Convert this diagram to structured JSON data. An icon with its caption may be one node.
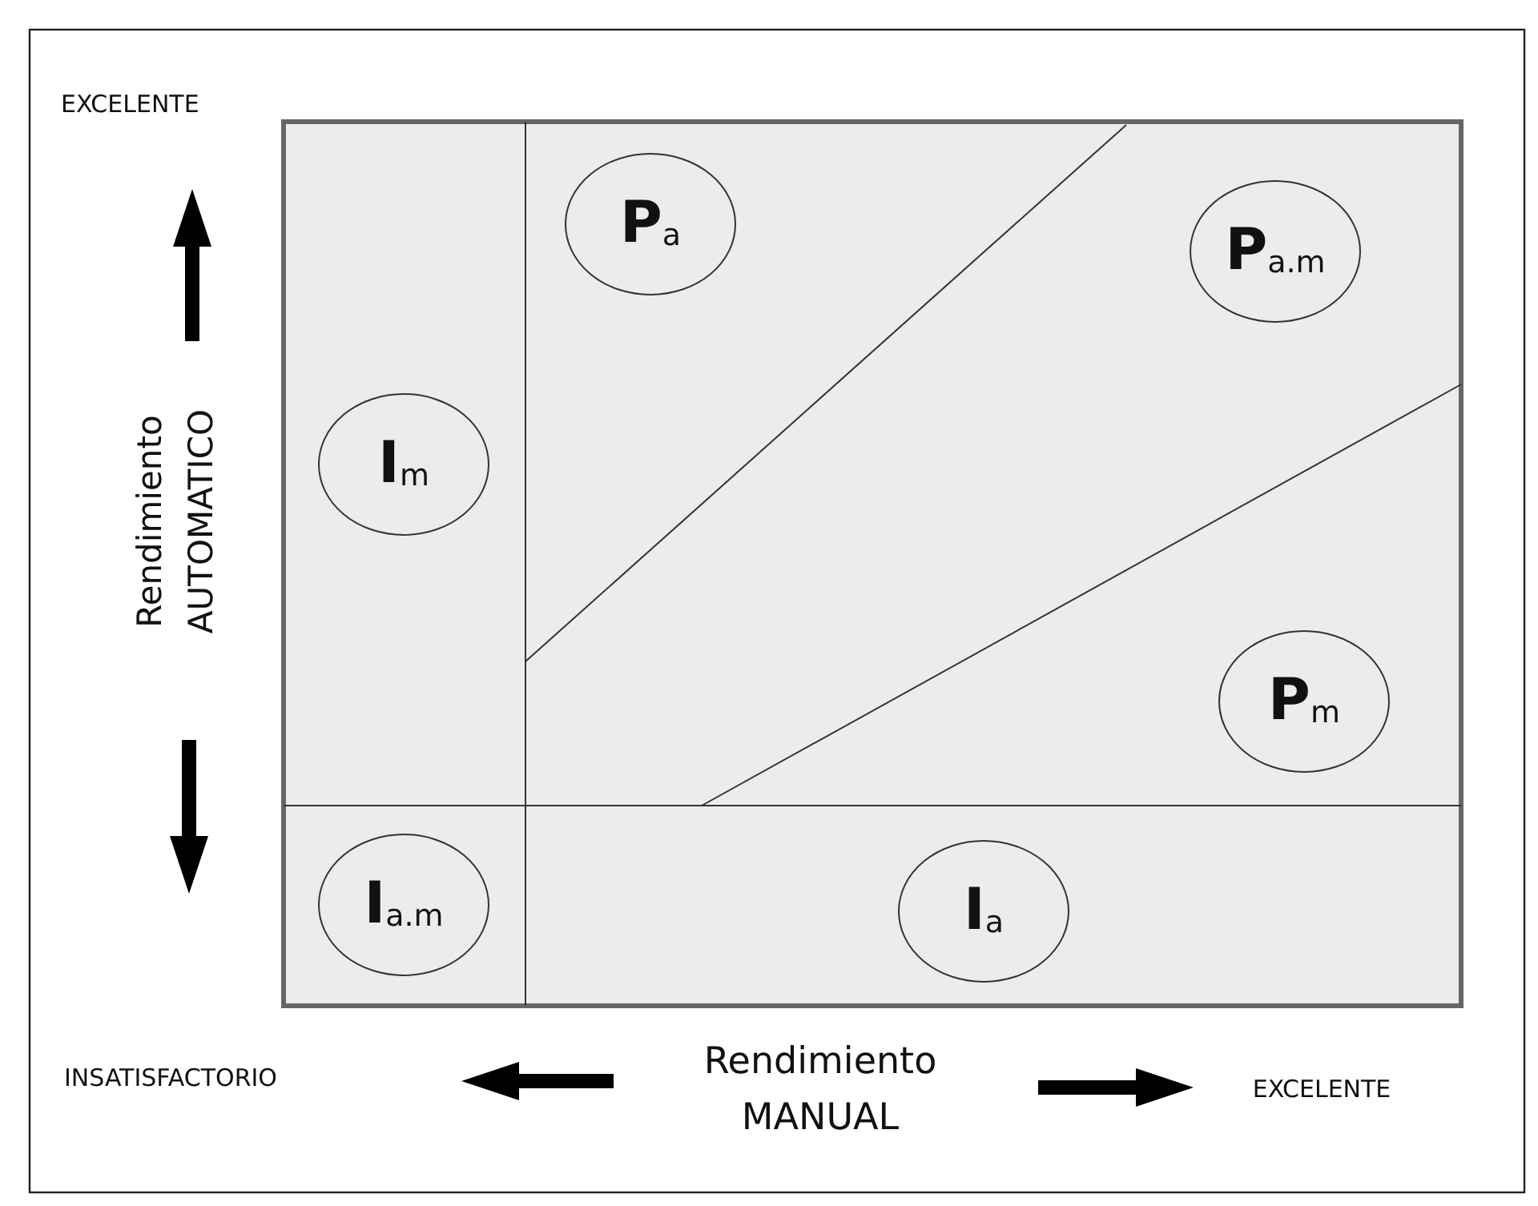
{
  "diagram": {
    "nodes": [
      {
        "text": [
          "**P**$_{a}$"
        ]
      },
      {
        "text": [
          "**P**$_{a.m}$"
        ]
      },
      {
        "text": [
          "**I**$_{m}$"
        ]
      },
      {
        "text": [
          "**P**$_{m}$"
        ]
      },
      {
        "text": [
          "**I**$_{a.m}$"
        ]
      },
      {
        "text": [
          "**I**$_{a}$"
        ]
      }
    ],
    "edges": [],
    "labels": [
      "EXCELENTE",
      "Rendimiento AUTOMATICO",
      "INSATISFACTORIO",
      "Rendimiento MANUAL",
      "EXCELENTE"
    ]
  }
}
